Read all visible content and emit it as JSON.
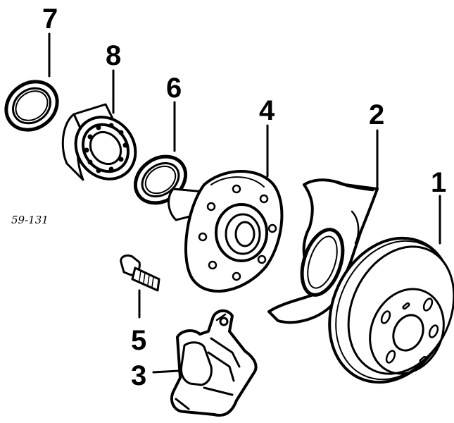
{
  "figure": {
    "reference_code": "59-131",
    "callouts": [
      {
        "id": "bearing-seal-outer",
        "label": "7"
      },
      {
        "id": "wheel-bearing",
        "label": "8"
      },
      {
        "id": "bearing-seal-inner",
        "label": "6"
      },
      {
        "id": "wheel-hub",
        "label": "4"
      },
      {
        "id": "splash-shield",
        "label": "2"
      },
      {
        "id": "brake-disc",
        "label": "1"
      },
      {
        "id": "wheel-stud",
        "label": "5"
      },
      {
        "id": "brake-caliper",
        "label": "3"
      }
    ]
  },
  "colors": {
    "ink": "#000000",
    "paper": "#ffffff"
  }
}
